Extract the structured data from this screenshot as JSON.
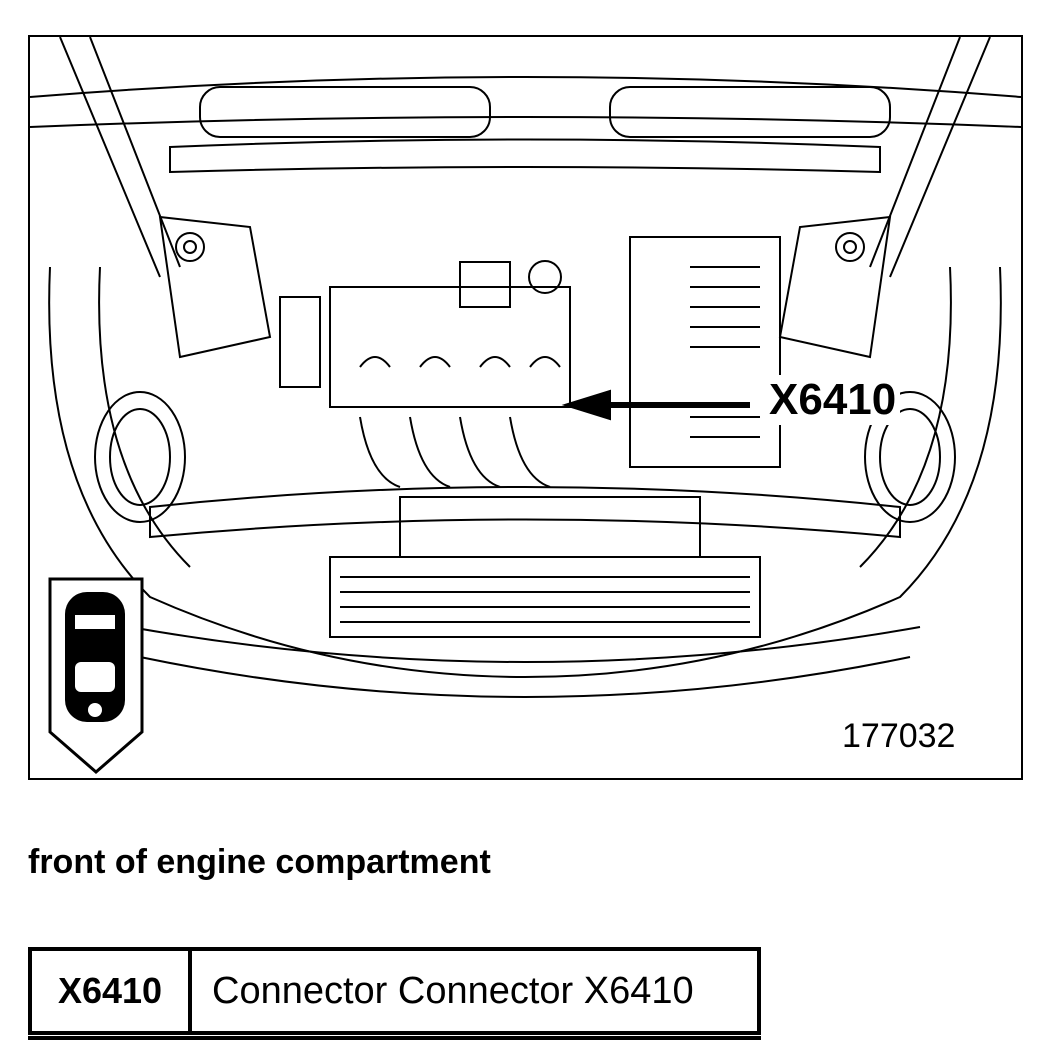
{
  "figure": {
    "callout_label": "X6410",
    "figure_number": "177032",
    "view_icon": "car-top-view-front-icon"
  },
  "caption": "front of engine compartment",
  "legend": {
    "rows": [
      {
        "code": "X6410",
        "description": "Connector Connector X6410"
      }
    ]
  }
}
